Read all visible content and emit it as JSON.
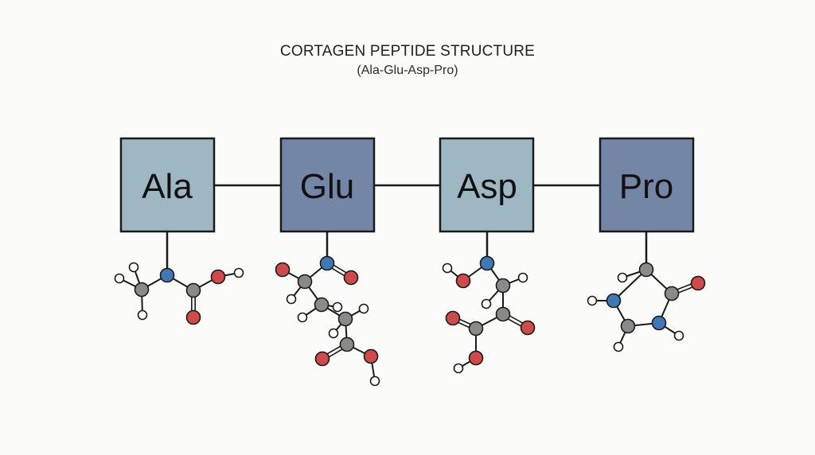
{
  "title": "CORTAGEN PEPTIDE STRUCTURE",
  "subtitle": "(Ala-Glu-Asp-Pro)",
  "colors": {
    "light_box": "#9fb7c2",
    "dark_box": "#7486a6",
    "carbon": "#8a8a8a",
    "nitrogen": "#3f78b5",
    "oxygen": "#cf4a4a",
    "hydrogen": "#ffffff",
    "bond": "#1a1a1a"
  },
  "residues": [
    {
      "id": "ala",
      "label": "Ala",
      "shade": "light"
    },
    {
      "id": "glu",
      "label": "Glu",
      "shade": "dark"
    },
    {
      "id": "asp",
      "label": "Asp",
      "shade": "light"
    },
    {
      "id": "pro",
      "label": "Pro",
      "shade": "dark"
    }
  ]
}
